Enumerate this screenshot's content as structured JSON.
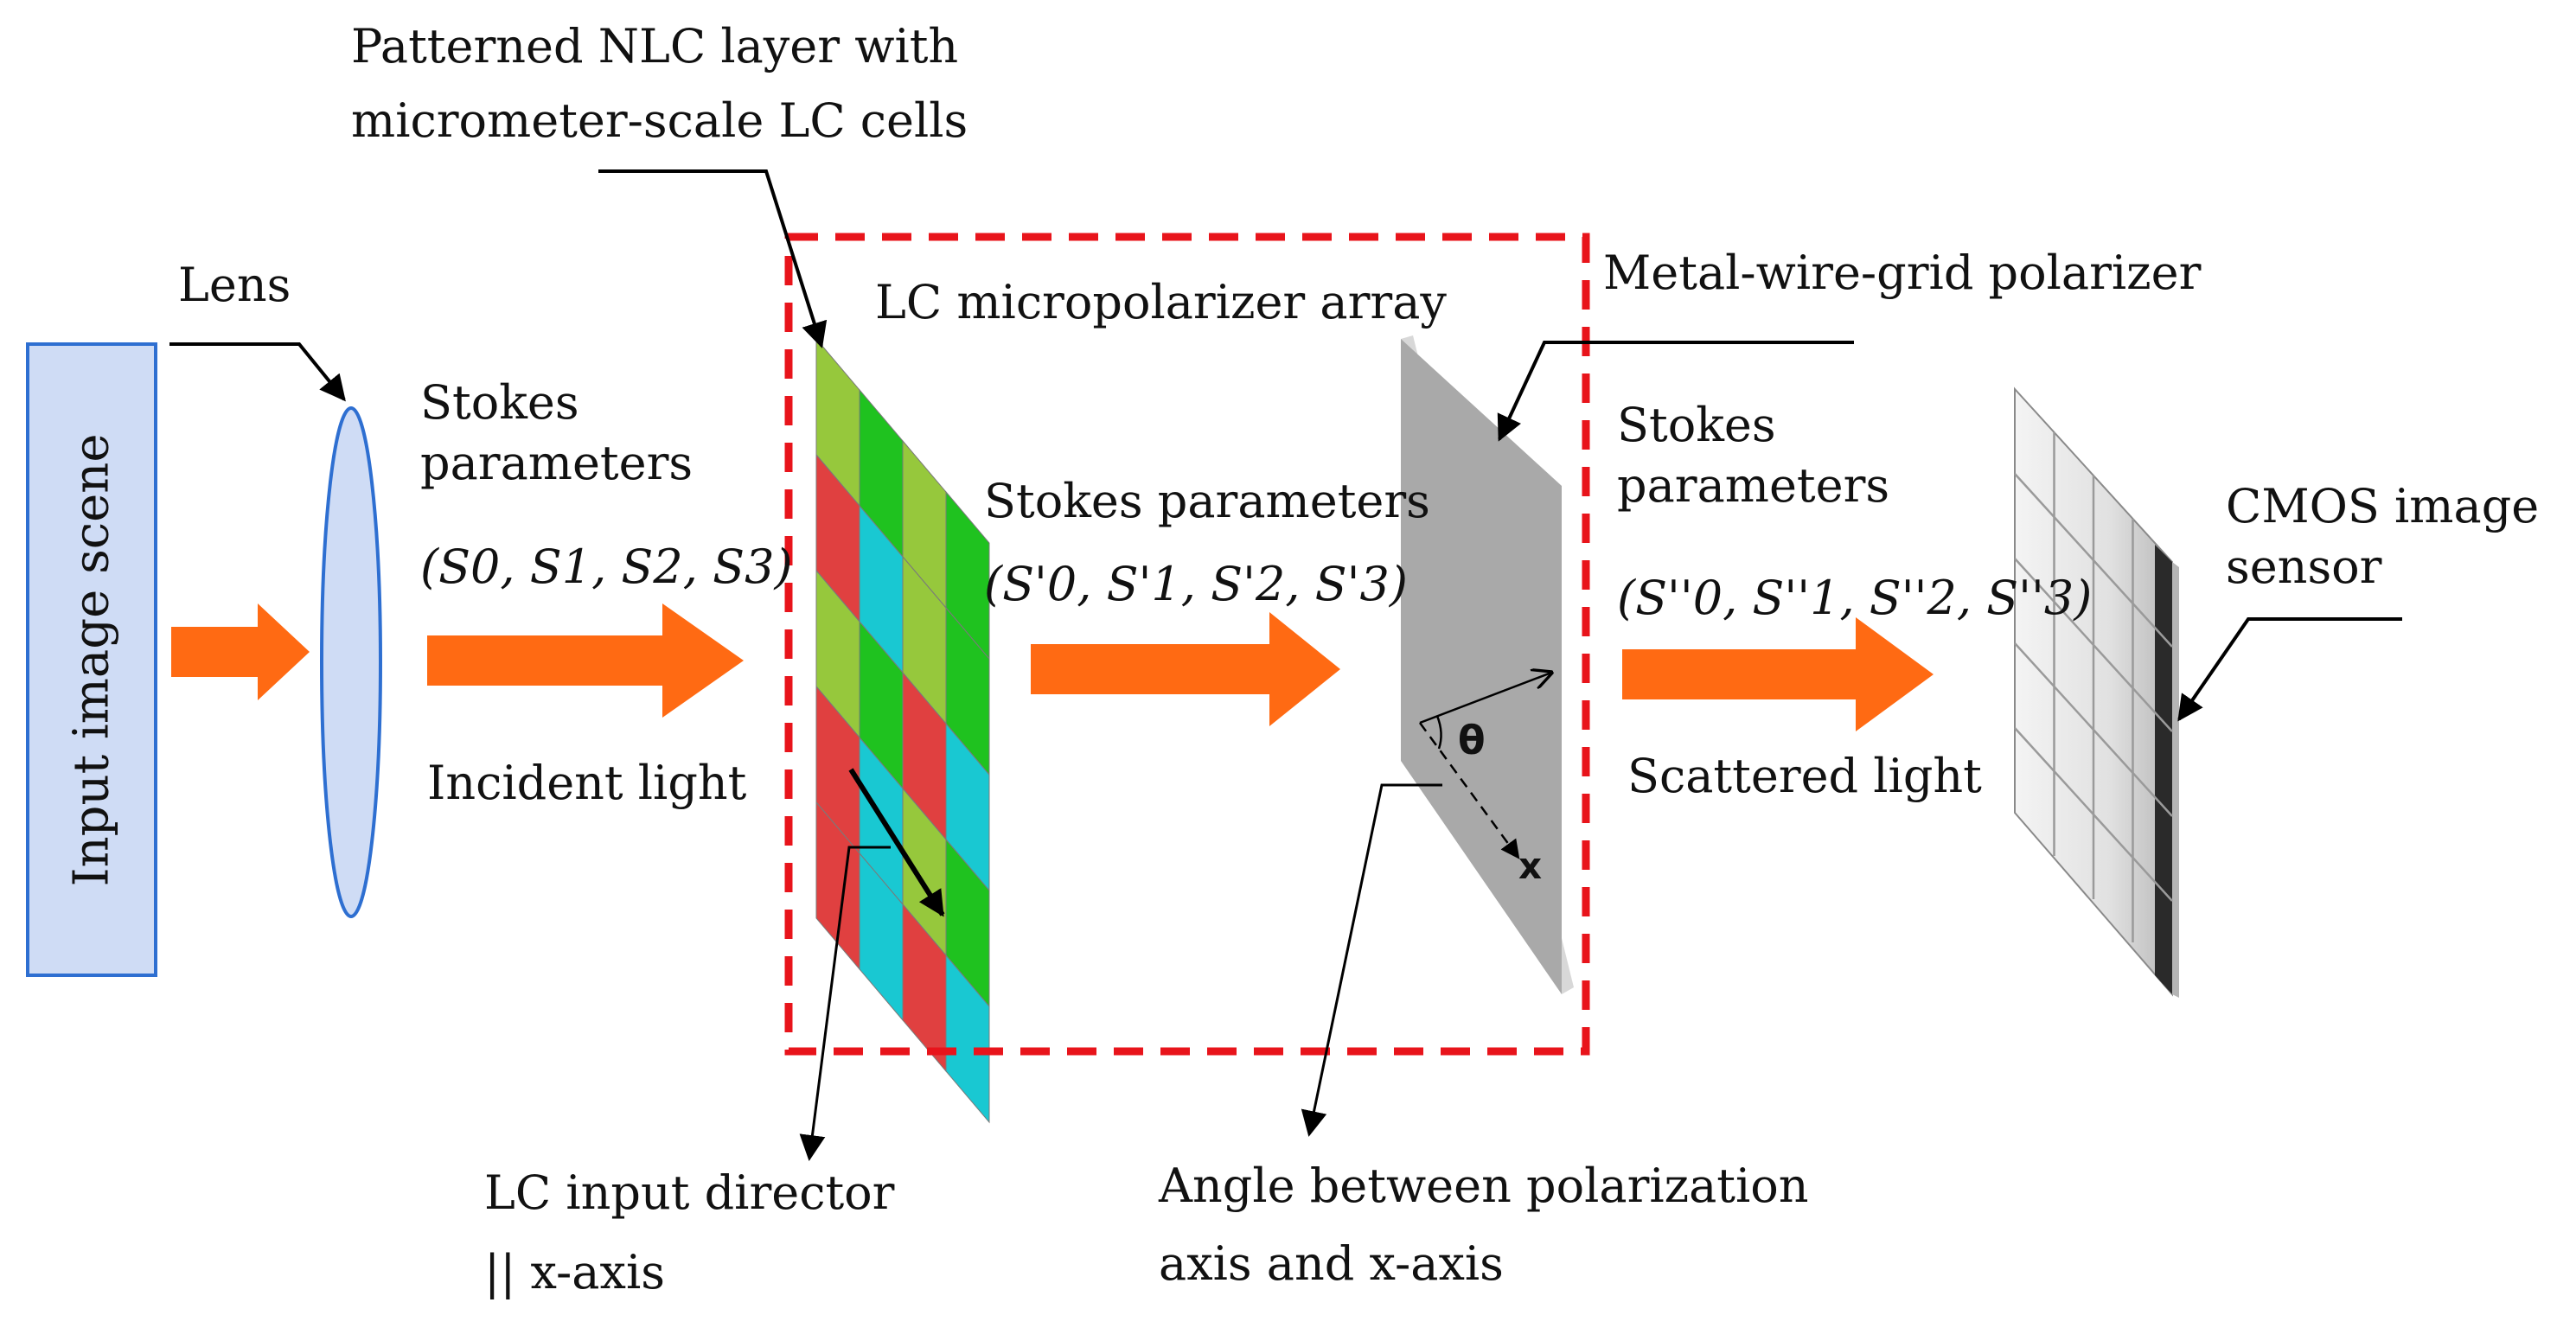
{
  "labels": {
    "input_scene": "Input image scene",
    "lens": "Lens",
    "nlc_line1": "Patterned NLC layer with",
    "nlc_line2": "micrometer-scale LC cells",
    "lc_array": "LC micropolarizer array",
    "wire_grid": "Metal-wire-grid polarizer",
    "stokes1_line1": "Stokes",
    "stokes1_line2": "parameters",
    "stokes1_vals": "(S0, S1, S2, S3)",
    "stokes2_line1": "Stokes parameters",
    "stokes2_vals": "(S'0, S'1, S'2, S'3)",
    "stokes3_line1": "Stokes",
    "stokes3_line2": "parameters",
    "stokes3_vals": "(S''0, S''1, S''2, S''3)",
    "incident": "Incident light",
    "scattered": "Scattered light",
    "cmos_line1": "CMOS image",
    "cmos_line2": "sensor",
    "director_line1": "LC input director",
    "director_line2": "|| x-axis",
    "angle_line1": "Angle between polarization",
    "angle_line2": "axis and x-axis",
    "theta": "θ",
    "x_axis": "x"
  },
  "colors": {
    "arrow_orange": "#ff6a13",
    "scene_fill": "#cfdcf5",
    "scene_border": "#2e6fd1",
    "lens_fill": "#cfdcf5",
    "lens_border": "#2e6fd1",
    "dashed_box": "#e8141b",
    "cell_red": "#e04040",
    "cell_green": "#1fc21f",
    "cell_lime": "#96c83c",
    "cell_cyan": "#19c8d2",
    "polarizer_gray": "#a9a9a9"
  },
  "lc_cells": [
    [
      "lime",
      "green",
      "lime",
      "green"
    ],
    [
      "red",
      "cyan",
      "lime",
      "green"
    ],
    [
      "lime",
      "green",
      "red",
      "cyan"
    ],
    [
      "red",
      "cyan",
      "lime",
      "green"
    ],
    [
      "red",
      "cyan",
      "red",
      "cyan"
    ]
  ]
}
